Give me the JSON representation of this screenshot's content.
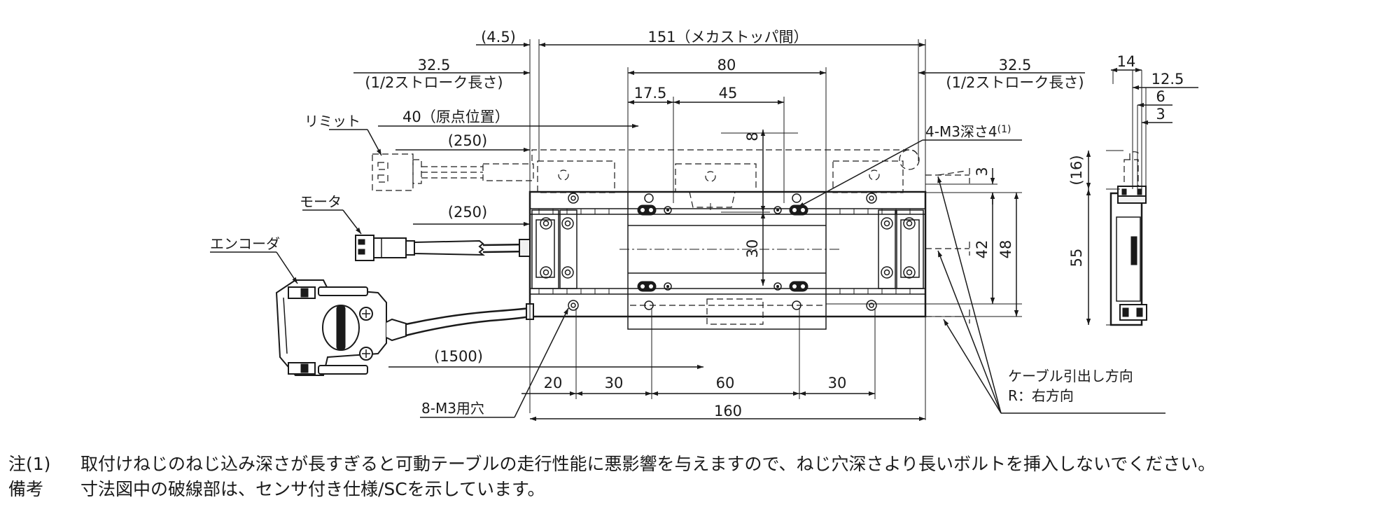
{
  "dimensions": {
    "d_4_5": "(4.5)",
    "d_151": "151（メカストッパ間）",
    "d_32_5_left": "32.5",
    "d_half_stroke_left": "(1/2ストローク長さ)",
    "d_80": "80",
    "d_32_5_right": "32.5",
    "d_half_stroke_right": "(1/2ストローク長さ)",
    "d_17_5": "17.5",
    "d_45": "45",
    "d_40_origin": "40（原点位置）",
    "d_250_limit": "(250)",
    "d_250_motor": "(250)",
    "d_1500": "(1500)",
    "d_8": "8",
    "d_3_top": "3",
    "d_30_v": "30",
    "d_42": "42",
    "d_48": "48",
    "d_20": "20",
    "d_30_a": "30",
    "d_60": "60",
    "d_30_b": "30",
    "d_160": "160",
    "side_14": "14",
    "side_12_5": "12.5",
    "side_6": "6",
    "side_3": "3",
    "side_16": "(16)",
    "side_55": "55"
  },
  "labels": {
    "limit": "リミット",
    "motor": "モータ",
    "encoder": "エンコーダ",
    "tap_top": "4-M3深さ4",
    "tap_top_note": "(1)",
    "holes_bottom": "8-M3用穴",
    "cable_dir": "ケーブル引出し方向",
    "cable_dir_r": "R：右方向"
  },
  "notes": [
    {
      "key": "注(1)",
      "text": "取付けねじのねじ込み深さが長すぎると可動テーブルの走行性能に悪影響を与えますので、ねじ穴深さより長いボルトを挿入しないでください。"
    },
    {
      "key": "備考",
      "text": "寸法図中の破線部は、センサ付き仕様/SCを示しています。"
    }
  ]
}
